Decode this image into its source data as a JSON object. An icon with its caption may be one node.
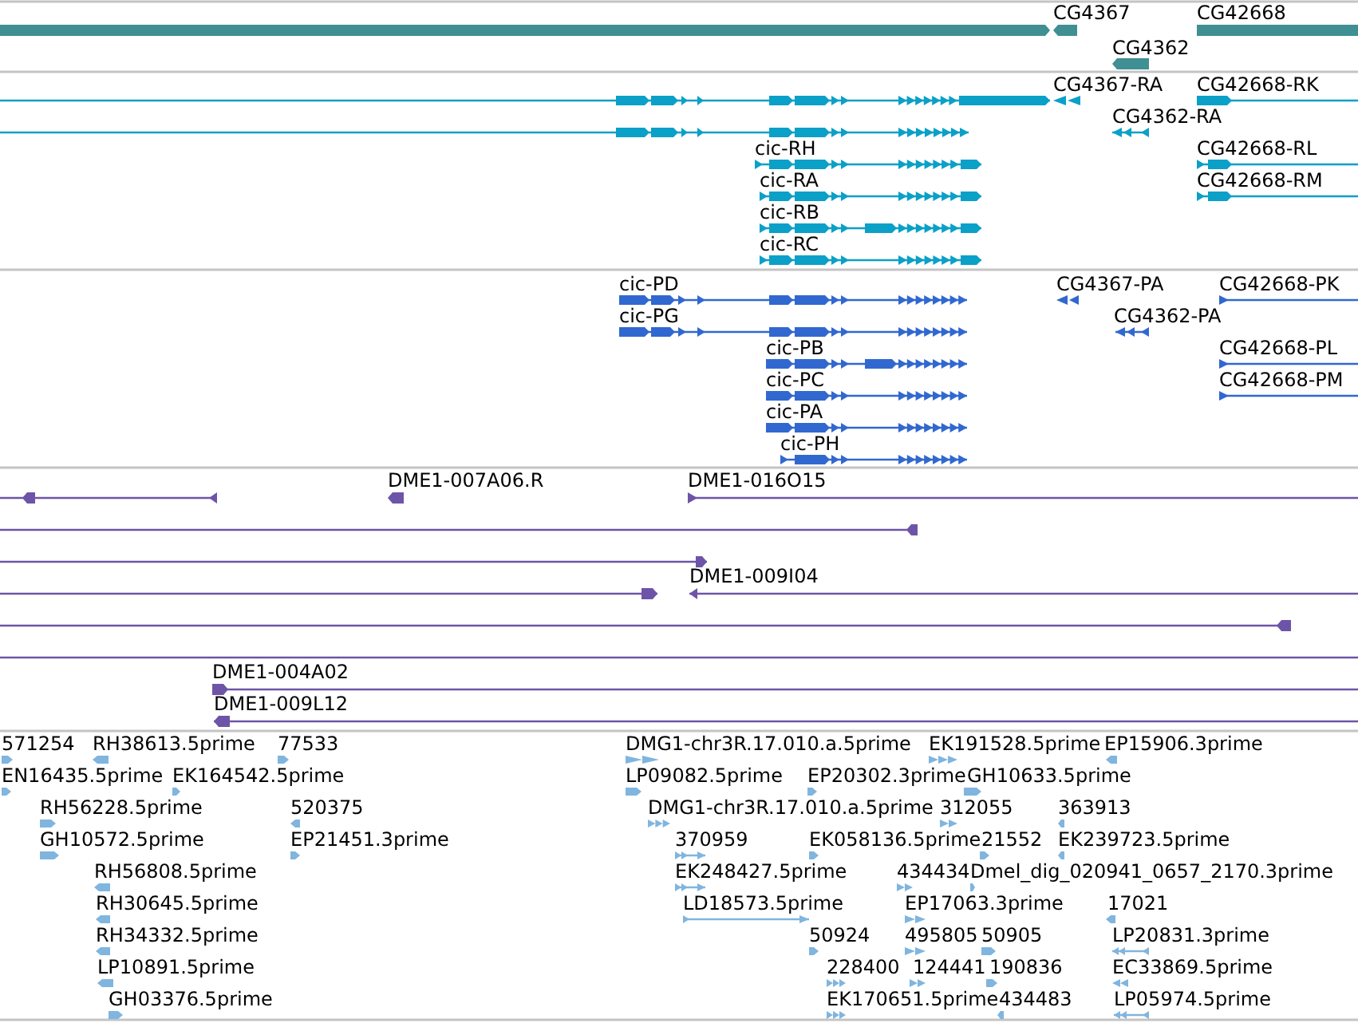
{
  "diagram": {
    "labels": [
      "CG4367",
      "CG42668",
      "CG4362",
      "CG4367-RA",
      "CG42668-RK",
      "CG4362-RA",
      "cic-RH",
      "CG42668-RL",
      "cic-RA",
      "CG42668-RM",
      "cic-RB",
      "cic-RC",
      "cic-PD",
      "CG4367-PA",
      "CG42668-PK",
      "cic-PG",
      "CG4362-PA",
      "cic-PB",
      "CG42668-PL",
      "cic-PC",
      "CG42668-PM",
      "cic-PA",
      "cic-PH",
      "DME1-007A06.R",
      "DME1-016O15",
      "DME1-009I04",
      "DME1-004A02",
      "DME1-009L12",
      "571254",
      "RH38613.5prime",
      "77533",
      "DMG1-chr3R.17.010.a.5prime",
      "EK191528.5prime",
      "EP15906.3prime",
      "EN16435.5prime",
      "EK164542.5prime",
      "LP09082.5prime",
      "EP20302.3prime",
      "GH10633.5prime",
      "RH56228.5prime",
      "520375",
      "DMG1-chr3R.17.010.a.5prime",
      "312055",
      "363913",
      "GH10572.5prime",
      "EP21451.3prime",
      "370959",
      "EK058136.5prime",
      "21552",
      "EK239723.5prime",
      "RH56808.5prime",
      "EK248427.5prime",
      "434434",
      "Dmel_dig_020941_0657_2170.3prime",
      "RH30645.5prime",
      "LD18573.5prime",
      "EP17063.3prime",
      "17021",
      "RH34332.5prime",
      "50924",
      "495805",
      "50905",
      "LP20831.3prime",
      "LP10891.5prime",
      "228400",
      "124441",
      "190836",
      "EC33869.5prime",
      "GH03376.5prime",
      "EK170651.5prime",
      "434483",
      "LP05974.5prime"
    ]
  }
}
